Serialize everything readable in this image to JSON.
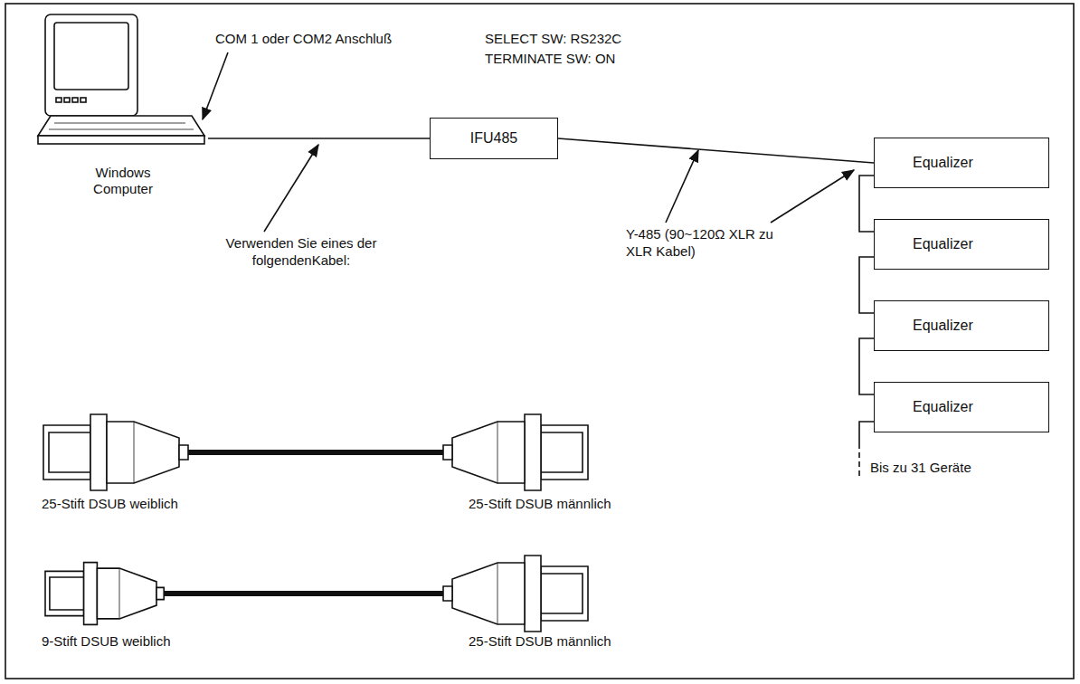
{
  "diagram": {
    "nodes": [
      {
        "text": [
          "Windows Computer"
        ]
      },
      {
        "text": [
          "IFU485"
        ]
      },
      {
        "text": [
          "Equalizer"
        ]
      },
      {
        "text": [
          "Equalizer"
        ]
      },
      {
        "text": [
          "Equalizer"
        ]
      },
      {
        "text": [
          "Equalizer"
        ]
      }
    ],
    "edges": [
      {
        "from": 0,
        "to": 1,
        "arrow": "none"
      },
      {
        "from": 1,
        "to": 2,
        "arrow": "none"
      },
      {
        "from": 2,
        "to": 3,
        "arrow": "none"
      },
      {
        "from": 3,
        "to": 4,
        "arrow": "none"
      },
      {
        "from": 4,
        "to": 5,
        "arrow": "none"
      }
    ],
    "labels": [
      "COM 1 oder COM2 Anschluß",
      "SELECT SW: RS232C",
      "TERMINATE SW: ON",
      "Verwenden Sie eines der folgendenKabel:",
      "Y-485 (90~120Ω XLR zu XLR Kabel)",
      "25-Stift DSUB weiblich",
      "25-Stift DSUB männlich",
      "9-Stift DSUB weiblich",
      "25-Stift DSUB männlich",
      "Bis zu 31 Geräte"
    ]
  }
}
